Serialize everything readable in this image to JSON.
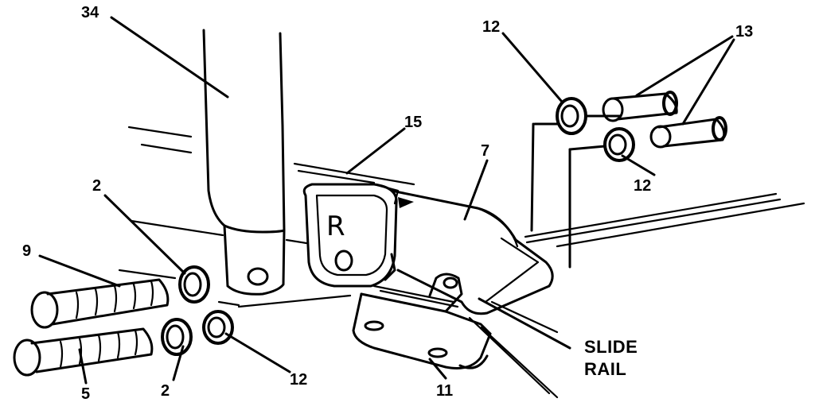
{
  "callouts": {
    "c34": "34",
    "c12_top": "12",
    "c13": "13",
    "c15": "15",
    "c7": "7",
    "c12_right": "12",
    "c2_left": "2",
    "c9": "9",
    "c5": "5",
    "c2_bottom": "2",
    "c12_bottom": "12",
    "c11": "11",
    "slide": "SLIDE",
    "rail": "RAIL"
  },
  "bracket_letter": "R",
  "colors": {
    "ink": "#000000",
    "paper": "#ffffff"
  }
}
